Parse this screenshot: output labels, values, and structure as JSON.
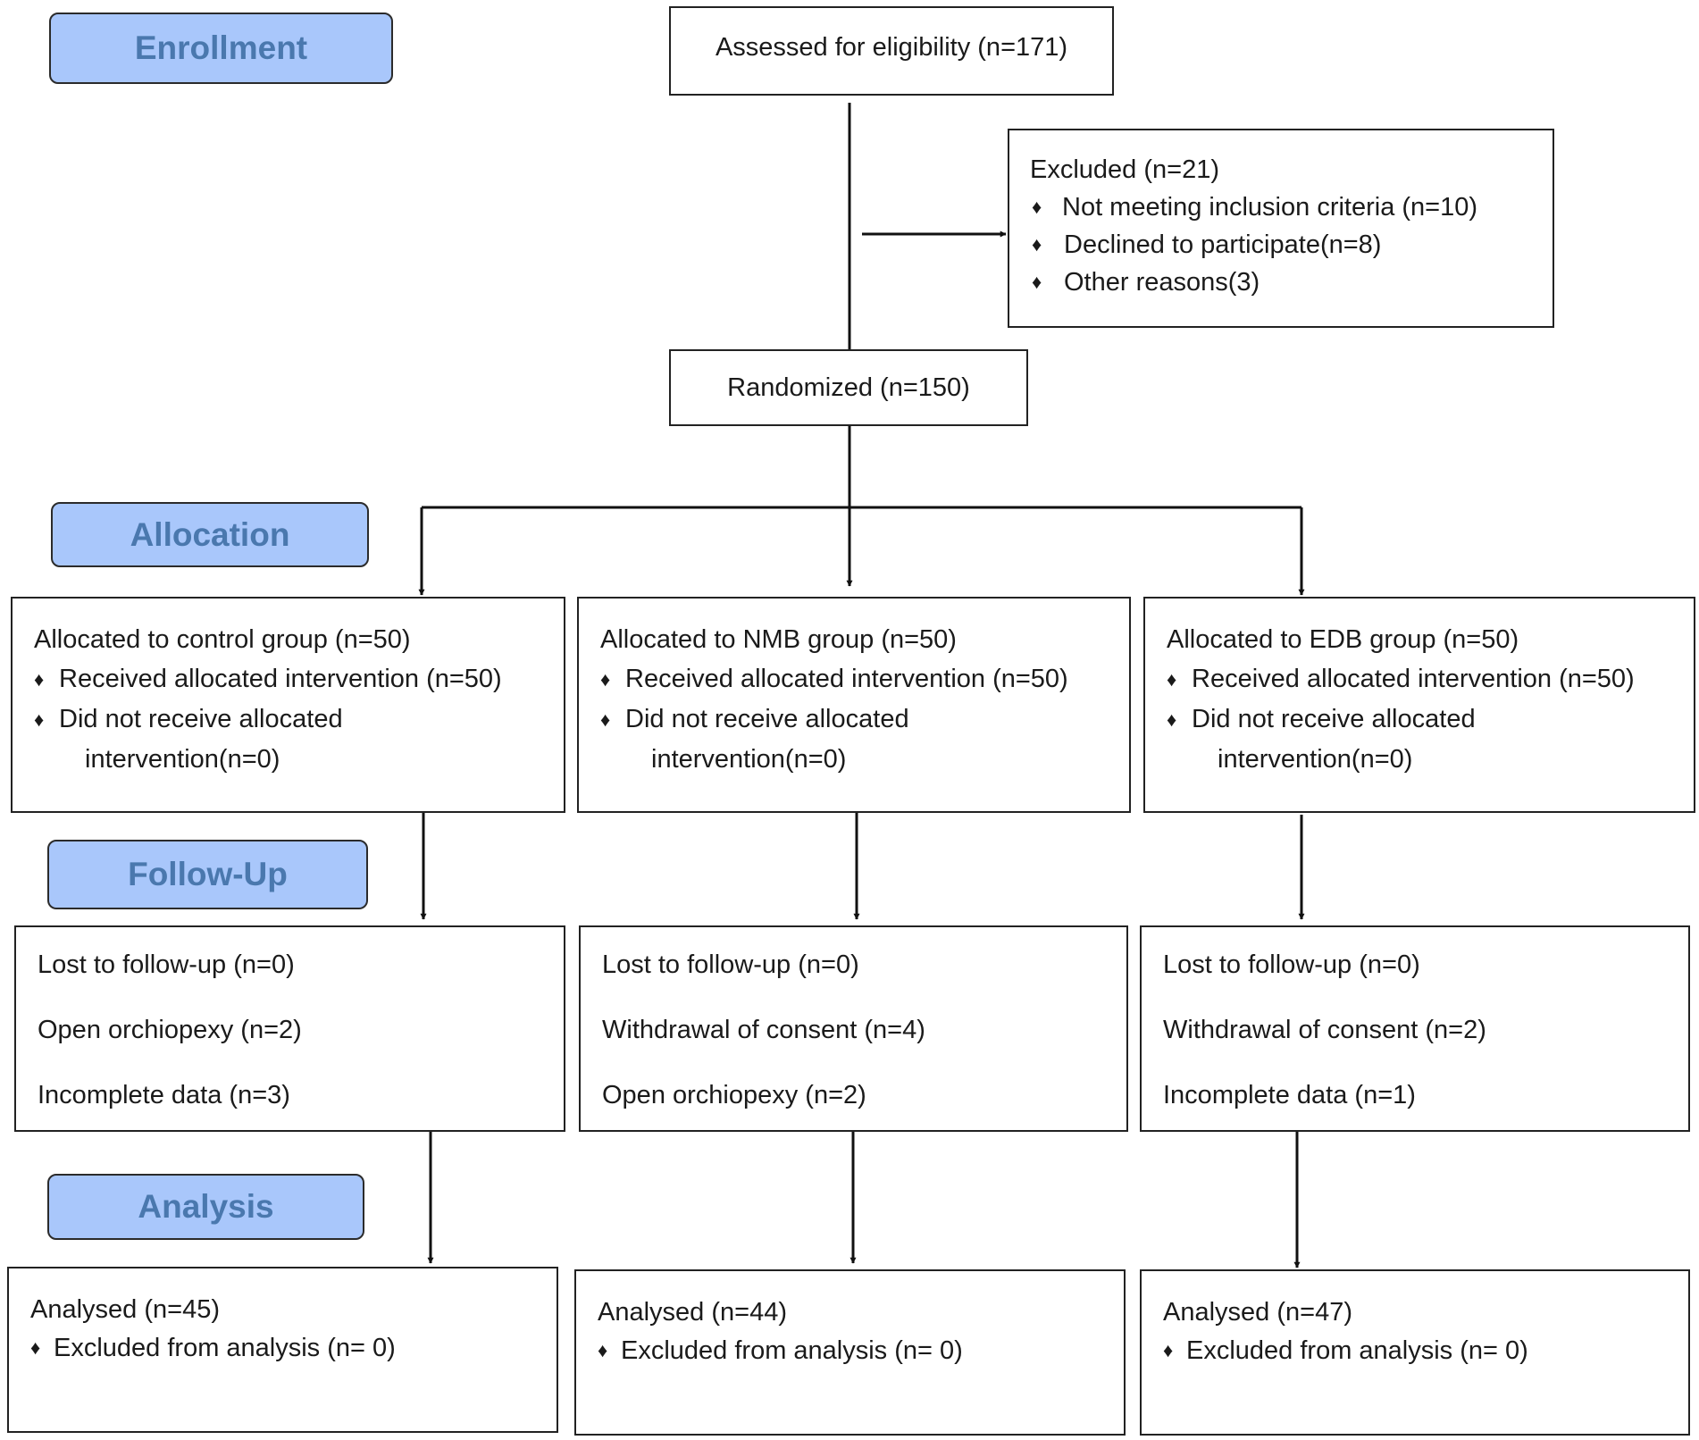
{
  "stages": {
    "enrollment": "Enrollment",
    "allocation": "Allocation",
    "follow_up": "Follow-Up",
    "analysis": "Analysis"
  },
  "assessed": "Assessed for eligibility (n=171)",
  "excluded": {
    "title": "Excluded (n=21)",
    "items": [
      "Not meeting inclusion criteria (n=10)",
      "Declined to participate(n=8)",
      "Other reasons(3)"
    ]
  },
  "randomized": "Randomized (n=150)",
  "bullet_glyph": "♦",
  "groups": [
    {
      "allocated": "Allocated to control group (n=50)",
      "received": "Received allocated intervention (n=50)",
      "not_received_1": "Did not receive allocated",
      "not_received_2": "intervention(n=0)",
      "followup": [
        "Lost to follow-up (n=0)",
        "Open orchiopexy (n=2)",
        "Incomplete data (n=3)"
      ],
      "analysed": "Analysed (n=45)",
      "excluded_analysis": "Excluded from analysis (n= 0)"
    },
    {
      "allocated": "Allocated to NMB group (n=50)",
      "received": "Received allocated intervention (n=50)",
      "not_received_1": "Did not receive allocated",
      "not_received_2": "intervention(n=0)",
      "followup": [
        "Lost to follow-up (n=0)",
        "Withdrawal of consent (n=4)",
        "Open orchiopexy (n=2)"
      ],
      "analysed": "Analysed (n=44)",
      "excluded_analysis": "Excluded from analysis (n= 0)"
    },
    {
      "allocated": "Allocated to EDB group (n=50)",
      "received": "Received allocated intervention (n=50)",
      "not_received_1": "Did not receive allocated",
      "not_received_2": "intervention(n=0)",
      "followup": [
        "Lost to follow-up (n=0)",
        "Withdrawal of consent (n=2)",
        "Incomplete data (n=1)"
      ],
      "analysed": "Analysed (n=47)",
      "excluded_analysis": "Excluded from analysis (n= 0)"
    }
  ]
}
